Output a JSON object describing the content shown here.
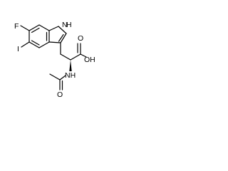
{
  "structure": {
    "atoms": {
      "nh_indole": "H",
      "nh_indole_n": "N",
      "fluorine": "F",
      "iodine": "I",
      "acid_oh": "OH",
      "amide_nh": "NH",
      "carbonyl_o_acid": "O",
      "carbonyl_o_amide": "O"
    }
  }
}
